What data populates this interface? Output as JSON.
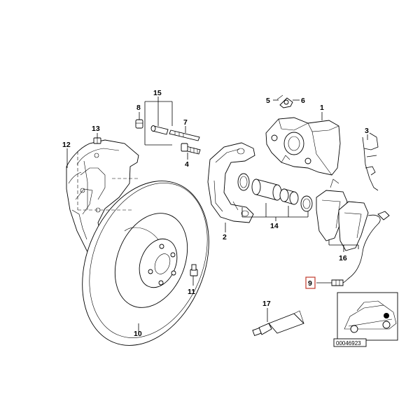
{
  "labels": {
    "p1": "1",
    "p2": "2",
    "p3": "3",
    "p4": "4",
    "p5": "5",
    "p6": "6",
    "p7": "7",
    "p8": "8",
    "p9": "9",
    "p10": "10",
    "p11": "11",
    "p12": "12",
    "p13": "13",
    "p14": "14",
    "p15": "15",
    "p16": "16",
    "p17": "17"
  },
  "reference_code": "00046923",
  "colors": {
    "highlight": "#c0392b",
    "line": "#000000",
    "background": "#ffffff"
  },
  "highlighted_part": "9"
}
